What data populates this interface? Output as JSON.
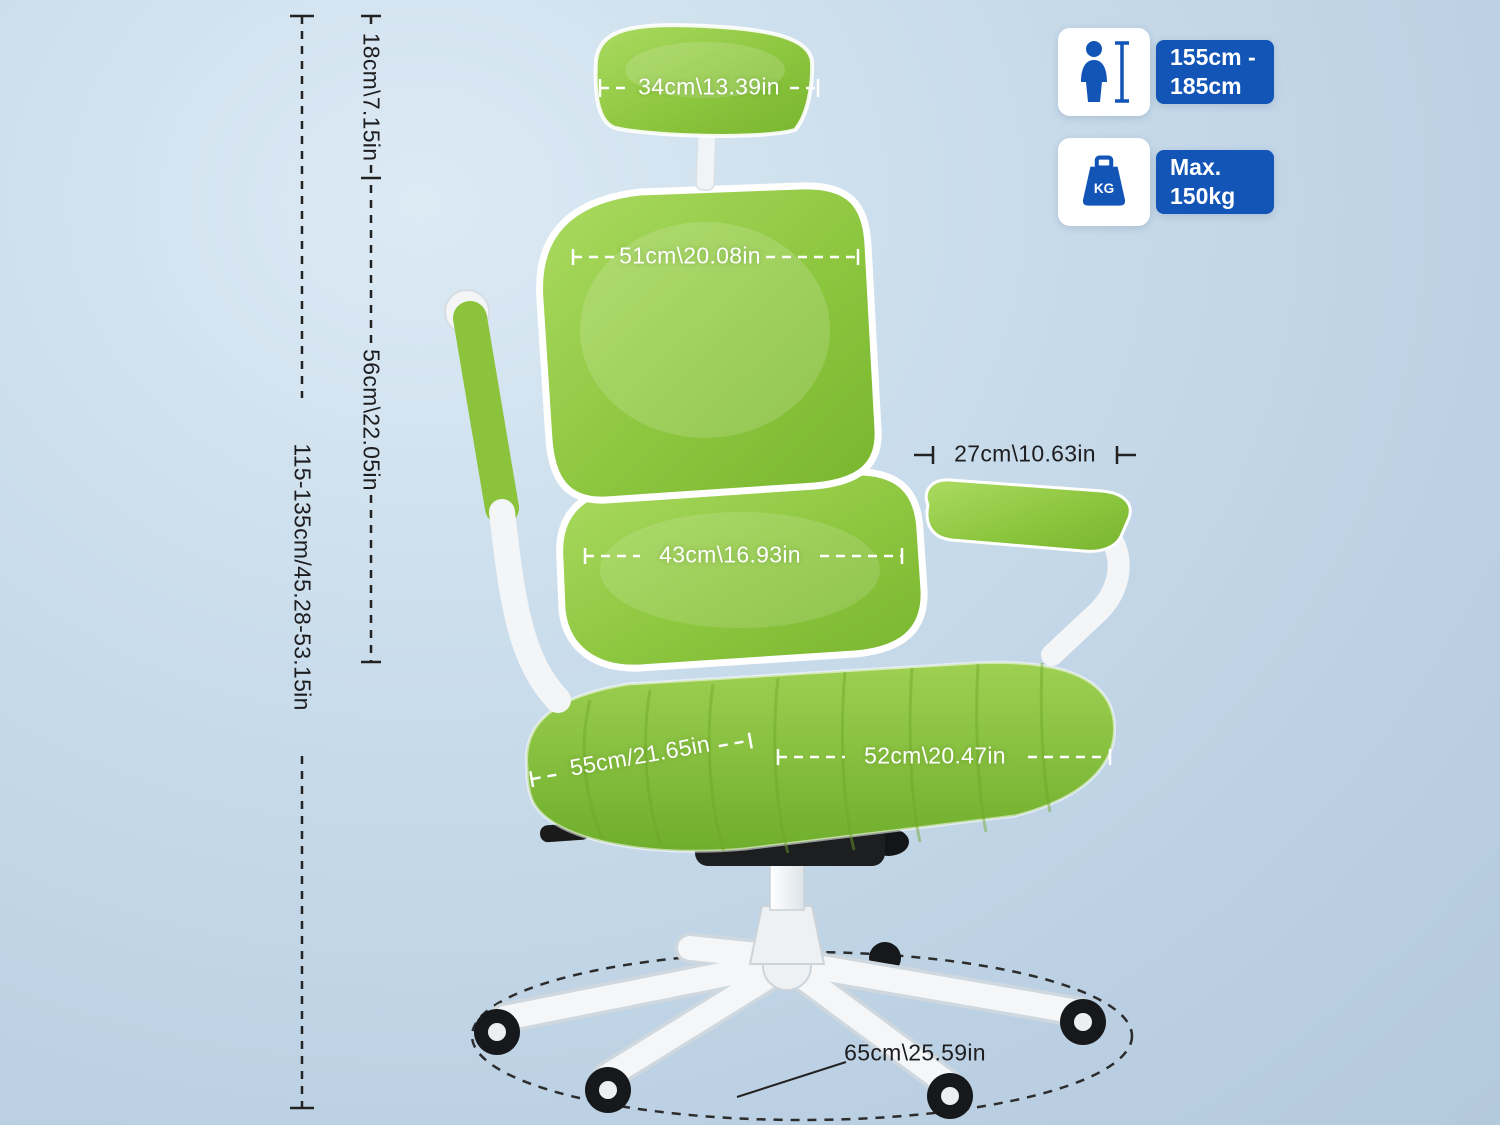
{
  "colors": {
    "chair_green": "#8dc63f",
    "badge_blue": "#1255b7",
    "frame_white": "#f4f6f8",
    "line_black": "#222222",
    "line_white": "#ffffff"
  },
  "badges": {
    "height": {
      "icon": "person-height-icon",
      "line1": "155cm -",
      "line2": "185cm"
    },
    "weight": {
      "icon": "max-weight-icon",
      "kg_label": "KG",
      "line1": "Max.",
      "line2": "150kg"
    }
  },
  "dimensions": {
    "overall_height": "115-135cm/45.28-53.15in",
    "headrest_height": "18cm\\7.15in",
    "backrest_height": "56cm\\22.05in",
    "headrest_width": "34cm\\13.39in",
    "backrest_width": "51cm\\20.08in",
    "lumbar_width": "43cm\\16.93in",
    "armrest_depth": "27cm\\10.63in",
    "seat_depth": "55cm/21.65in",
    "seat_width": "52cm\\20.47in",
    "base_width": "65cm\\25.59in"
  }
}
